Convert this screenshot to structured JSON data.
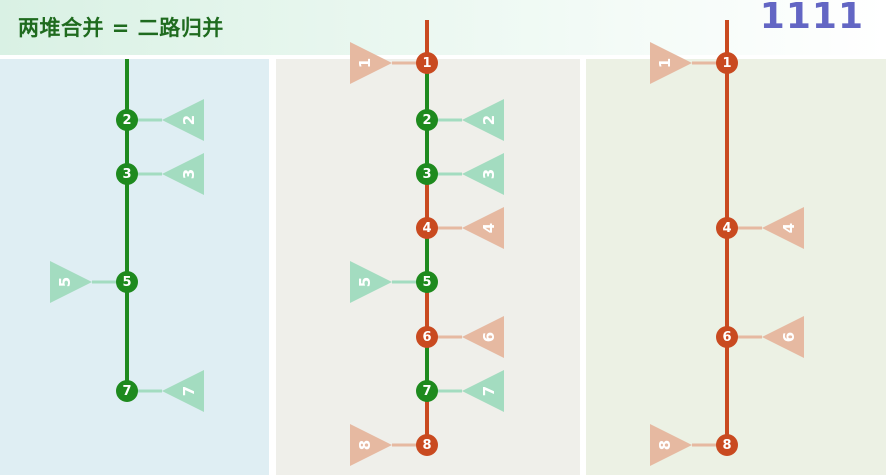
{
  "header": {
    "title": "两堆合并 = 二路归并",
    "tag": "1111"
  },
  "colors": {
    "green": "#1e8a1e",
    "red": "#c94a20",
    "green_tri": "#a3dcc0",
    "red_tri": "#e6b9a1"
  },
  "columns": [
    {
      "nodes": [
        {
          "label": "2",
          "color": "green",
          "side": "right"
        },
        {
          "label": "3",
          "color": "green",
          "side": "right"
        },
        {
          "label": "5",
          "color": "green",
          "side": "left"
        },
        {
          "label": "7",
          "color": "green",
          "side": "right"
        }
      ]
    },
    {
      "nodes": [
        {
          "label": "1",
          "color": "red",
          "side": "left"
        },
        {
          "label": "2",
          "color": "green",
          "side": "right"
        },
        {
          "label": "3",
          "color": "green",
          "side": "right"
        },
        {
          "label": "4",
          "color": "red",
          "side": "right"
        },
        {
          "label": "5",
          "color": "green",
          "side": "left"
        },
        {
          "label": "6",
          "color": "red",
          "side": "right"
        },
        {
          "label": "7",
          "color": "green",
          "side": "right"
        },
        {
          "label": "8",
          "color": "red",
          "side": "left"
        }
      ]
    },
    {
      "nodes": [
        {
          "label": "1",
          "color": "red",
          "side": "left"
        },
        {
          "label": "4",
          "color": "red",
          "side": "right"
        },
        {
          "label": "6",
          "color": "red",
          "side": "right"
        },
        {
          "label": "8",
          "color": "red",
          "side": "left"
        }
      ]
    }
  ]
}
